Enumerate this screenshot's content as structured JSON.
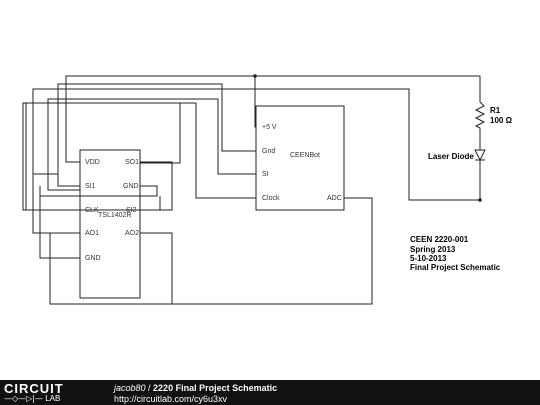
{
  "schematic": {
    "tsl": {
      "name": "TSL1402R",
      "pins_left": [
        "VDD",
        "SI1",
        "CLK",
        "AO1",
        "GND"
      ],
      "pins_right": [
        "SO1",
        "GND",
        "SI2",
        "AO2"
      ]
    },
    "ceenbot": {
      "name": "CEENBot",
      "pins_left": [
        "+5 V",
        "Gnd",
        "SI",
        "Clock"
      ],
      "pin_right": "ADC"
    },
    "resistor": {
      "ref": "R1",
      "value": "100 Ω"
    },
    "diode": {
      "label": "Laser Diode"
    },
    "notes": [
      "CEEN 2220-001",
      "Spring 2013",
      "5-10-2013",
      "Final Project Schematic"
    ]
  },
  "footer": {
    "logo_top": "CIRCUIT",
    "logo_bottom": "LAB",
    "user": "jacob80",
    "separator": " / ",
    "title": "2220 Final Project Schematic",
    "url": "http://circuitlab.com/cy6u3xv"
  }
}
